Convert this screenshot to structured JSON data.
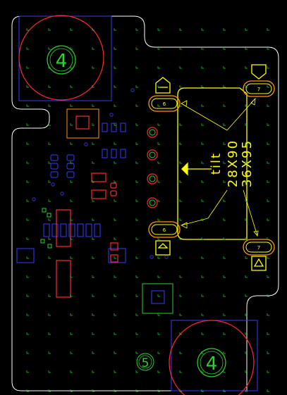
{
  "labels": {
    "hole_top_left": "4",
    "hole_bottom_right": "4",
    "hole_small": "5",
    "pad_top_left": "6",
    "pad_top_right": "7",
    "pad_bottom_left": "6",
    "pad_bottom_right": "7",
    "note_tilt": "tilt",
    "note_dim1": "28X90",
    "note_dim2": "36X95"
  },
  "colors": {
    "background": "#000000",
    "outline": "#ffffff",
    "copper_top": "#ff2a2a",
    "copper_bottom": "#3a3aff",
    "silkscreen": "#ffff00",
    "drill": "#2bd42b",
    "pad_ring": "#ff9a00"
  }
}
